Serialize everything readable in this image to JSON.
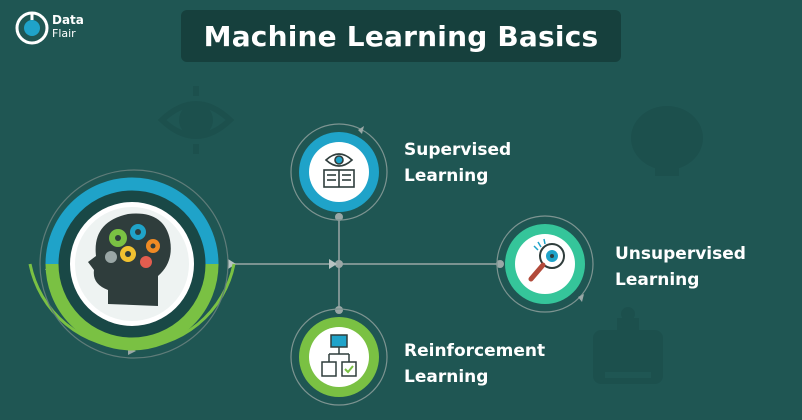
{
  "title": "Machine Learning Basics",
  "brand": {
    "line1": "Data",
    "line2": "Flair"
  },
  "nodes": [
    {
      "id": "supervised",
      "line1": "Supervised",
      "line2": "Learning"
    },
    {
      "id": "unsupervised",
      "line1": "Unsupervised",
      "line2": "Learning"
    },
    {
      "id": "reinforcement",
      "line1": "Reinforcement",
      "line2": "Learning"
    }
  ],
  "colors": {
    "background": "#1f5653",
    "title_box": "#16403d",
    "blue_ring": "#1fa3c9",
    "green_ring": "#7ac143",
    "teal_ring": "#35c59a",
    "connector": "#9aa7a6"
  },
  "icons": {
    "center": "brain-gears-head-icon",
    "supervised": "eye-book-icon",
    "unsupervised": "magnifier-eye-icon",
    "reinforcement": "flowchart-icon",
    "background": [
      "eye-watermark-icon",
      "brain-watermark-icon",
      "robot-watermark-icon"
    ]
  }
}
